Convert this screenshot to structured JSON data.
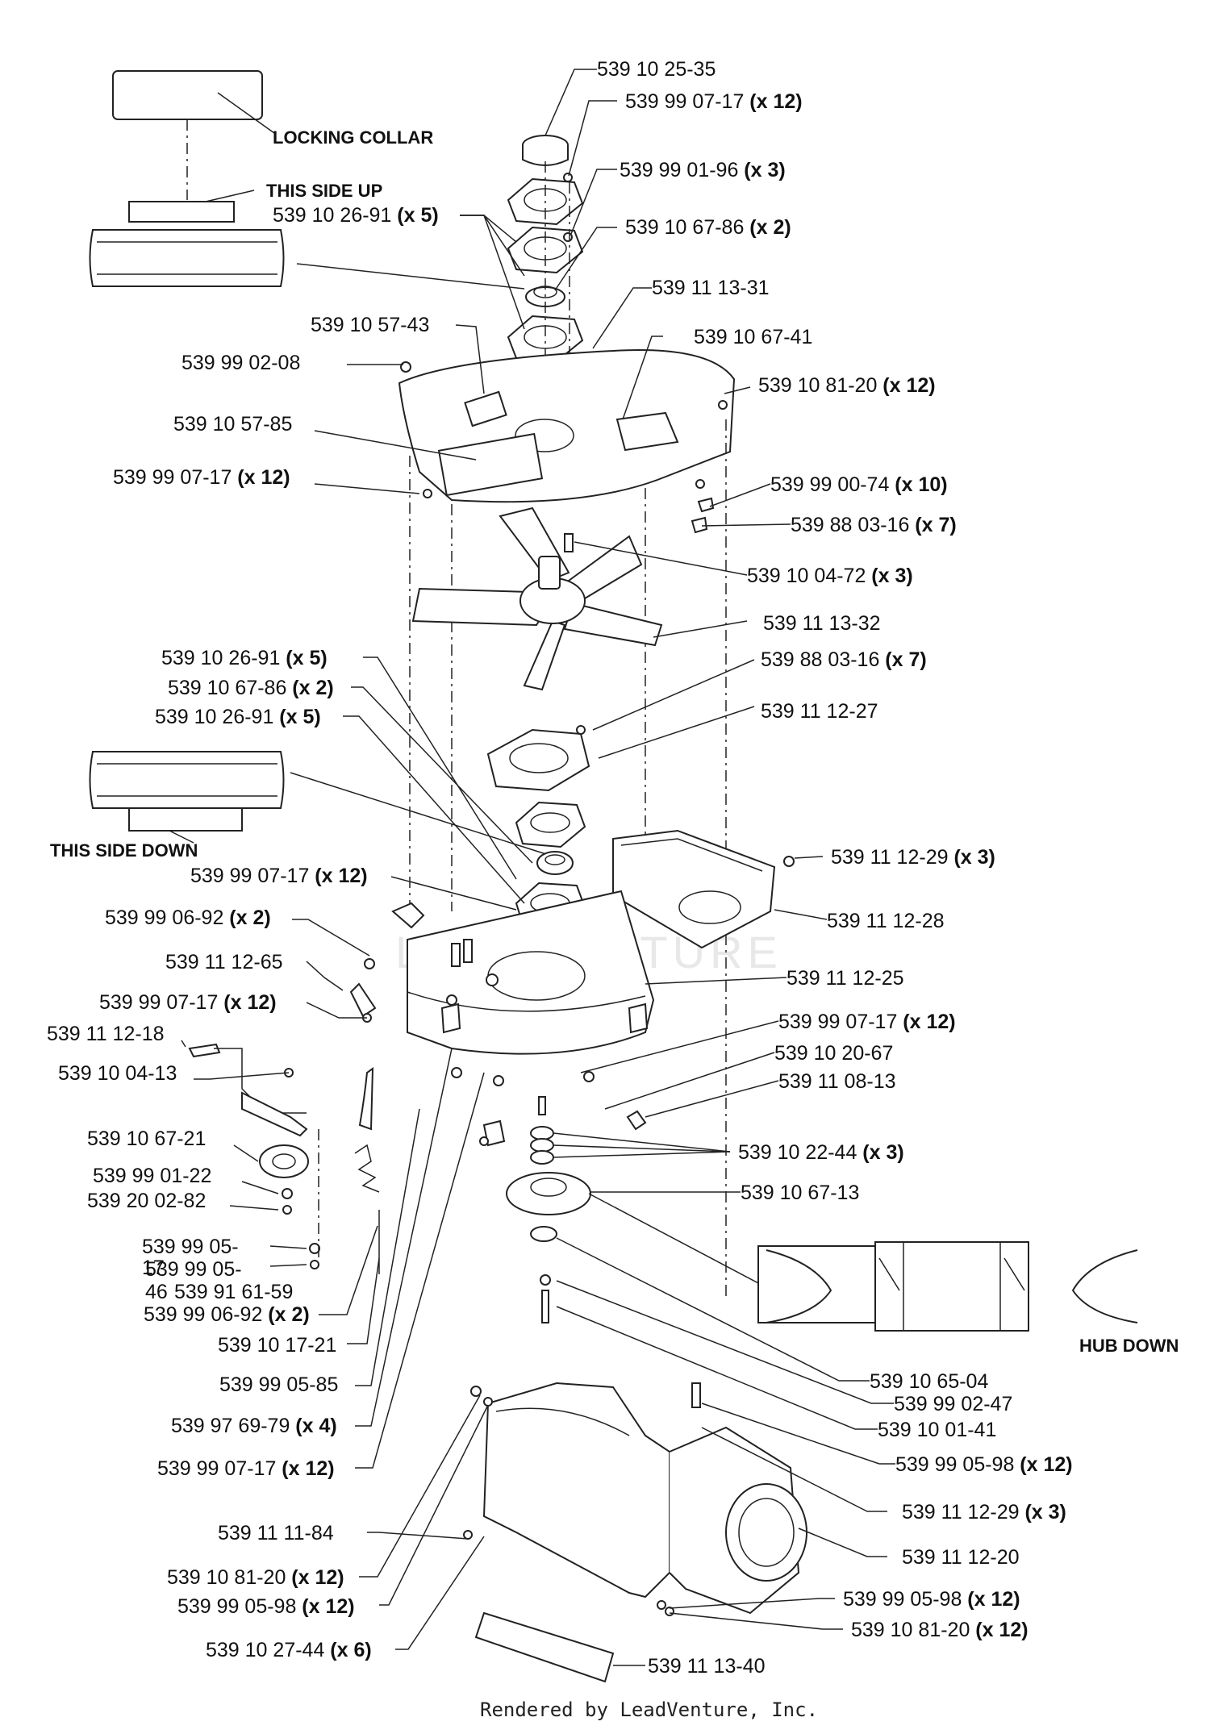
{
  "captions": {
    "locking_collar": "LOCKING COLLAR",
    "this_side_up": "THIS SIDE UP",
    "this_side_down": "THIS SIDE DOWN",
    "hub_down": "HUB DOWN"
  },
  "watermark": "LEADVENTURE",
  "footer": "Rendered by LeadVenture, Inc.",
  "callouts": [
    {
      "num": "539 10 25-35",
      "qty": ""
    },
    {
      "num": "539 99 07-17",
      "qty": "(x 12)"
    },
    {
      "num": "539 99 01-96",
      "qty": "(x 3)"
    },
    {
      "num": "539 10 26-91",
      "qty": "(x 5)"
    },
    {
      "num": "539 10 67-86",
      "qty": "(x 2)"
    },
    {
      "num": "539 11 13-31",
      "qty": ""
    },
    {
      "num": "539 10 57-43",
      "qty": ""
    },
    {
      "num": "539 10 67-41",
      "qty": ""
    },
    {
      "num": "539 99 02-08",
      "qty": ""
    },
    {
      "num": "539 10 81-20",
      "qty": "(x 12)"
    },
    {
      "num": "539 10 57-85",
      "qty": ""
    },
    {
      "num": "539 99 07-17",
      "qty": "(x 12)"
    },
    {
      "num": "539 99 00-74",
      "qty": "(x 10)"
    },
    {
      "num": "539 88 03-16",
      "qty": "(x 7)"
    },
    {
      "num": "539 10 04-72",
      "qty": "(x 3)"
    },
    {
      "num": "539 11 13-32",
      "qty": ""
    },
    {
      "num": "539 10 26-91",
      "qty": "(x 5)"
    },
    {
      "num": "539 88 03-16",
      "qty": "(x 7)"
    },
    {
      "num": "539 10 67-86",
      "qty": "(x 2)"
    },
    {
      "num": "539 10 26-91",
      "qty": "(x 5)"
    },
    {
      "num": "539 11 12-27",
      "qty": ""
    },
    {
      "num": "539 11 12-29",
      "qty": "(x 3)"
    },
    {
      "num": "539 99 07-17",
      "qty": "(x 12)"
    },
    {
      "num": "539 11 12-28",
      "qty": ""
    },
    {
      "num": "539 99 06-92",
      "qty": "(x 2)"
    },
    {
      "num": "539 11 12-65",
      "qty": ""
    },
    {
      "num": "539 11 12-25",
      "qty": ""
    },
    {
      "num": "539 99 07-17",
      "qty": "(x 12)"
    },
    {
      "num": "539 99 07-17",
      "qty": "(x 12)"
    },
    {
      "num": "539 11 12-18",
      "qty": ""
    },
    {
      "num": "539 10 20-67",
      "qty": ""
    },
    {
      "num": "539 10 04-13",
      "qty": ""
    },
    {
      "num": "539 11 08-13",
      "qty": ""
    },
    {
      "num": "539 10 67-21",
      "qty": ""
    },
    {
      "num": "539 10 22-44",
      "qty": "(x 3)"
    },
    {
      "num": "539 99 01-22",
      "qty": ""
    },
    {
      "num": "539 10 67-13",
      "qty": ""
    },
    {
      "num": "539 20 02-82",
      "qty": ""
    },
    {
      "num": "539 99 05-",
      "qty": ""
    },
    {
      "num": "17",
      "qty": ""
    },
    {
      "num": "539 99 05-",
      "qty": ""
    },
    {
      "num": "46",
      "qty": ""
    },
    {
      "num": "539 91 61-59",
      "qty": ""
    },
    {
      "num": "539 99 06-92",
      "qty": "(x 2)"
    },
    {
      "num": "539 10 17-21",
      "qty": ""
    },
    {
      "num": "539 99 05-85",
      "qty": ""
    },
    {
      "num": "539 10 65-04",
      "qty": ""
    },
    {
      "num": "539 99 02-47",
      "qty": ""
    },
    {
      "num": "539 97 69-79",
      "qty": "(x 4)"
    },
    {
      "num": "539 10 01-41",
      "qty": ""
    },
    {
      "num": "539 99 05-98",
      "qty": "(x 12)"
    },
    {
      "num": "539 99 07-17",
      "qty": "(x 12)"
    },
    {
      "num": "539 11 12-29",
      "qty": "(x 3)"
    },
    {
      "num": "539 11 11-84",
      "qty": ""
    },
    {
      "num": "539 11 12-20",
      "qty": ""
    },
    {
      "num": "539 10 81-20",
      "qty": "(x 12)"
    },
    {
      "num": "539 99 05-98",
      "qty": "(x 12)"
    },
    {
      "num": "539 99 05-98",
      "qty": "(x 12)"
    },
    {
      "num": "539 10 81-20",
      "qty": "(x 12)"
    },
    {
      "num": "539 10 27-44",
      "qty": "(x 6)"
    },
    {
      "num": "539 11 13-40",
      "qty": ""
    }
  ]
}
